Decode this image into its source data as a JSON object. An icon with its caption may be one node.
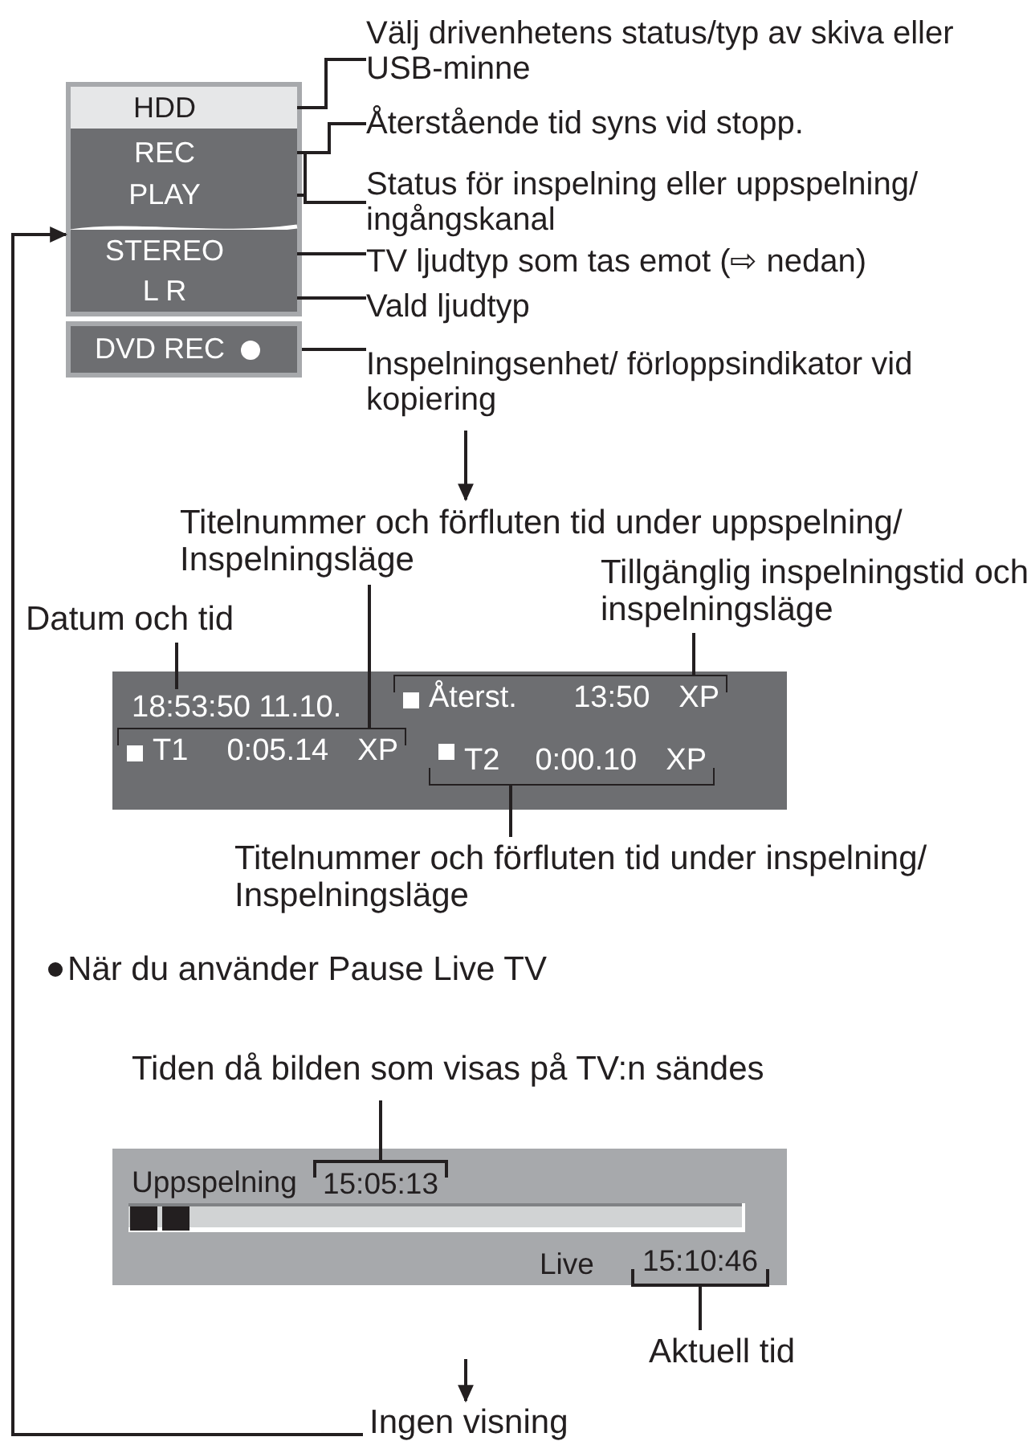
{
  "diagram": {
    "nodes": [
      {
        "text": [],
        "shape": "box"
      },
      {
        "text": [
          "HDD"
        ],
        "in": 0
      },
      {
        "text": [
          "REC"
        ],
        "in": 0
      },
      {
        "text": [
          "PLAY"
        ],
        "in": 0
      },
      {
        "text": [
          "STEREO"
        ],
        "in": 0
      },
      {
        "text": [
          "L R"
        ],
        "in": 0
      },
      {
        "text": [
          "DVD REC"
        ]
      },
      {
        "text": [
          "Välj drivenhetens status/typ av skiva eller USB-minne"
        ]
      },
      {
        "text": [
          "Återstående tid syns vid stopp."
        ]
      },
      {
        "text": [
          "Status för inspelning eller uppspelning/ ingångskanal"
        ]
      },
      {
        "text": [
          "TV ljudtyp som tas emot (⇨ nedan)"
        ]
      },
      {
        "text": [
          "Vald ljudtyp"
        ]
      },
      {
        "text": [
          "Inspelningsenhet/ förloppsindikator vid kopiering"
        ]
      },
      {
        "text": [],
        "shape": "box"
      },
      {
        "text": [
          "18:53:50 11.10."
        ],
        "in": 13
      },
      {
        "text": [
          "Återst.",
          "13:50",
          "XP"
        ],
        "in": 13
      },
      {
        "text": [
          "T1",
          "0:05.14",
          "XP"
        ],
        "in": 13
      },
      {
        "text": [
          "T2",
          "0:00.10",
          "XP"
        ],
        "in": 13
      },
      {
        "text": [
          "Datum och tid"
        ]
      },
      {
        "text": [
          "Titelnummer och förfluten tid under uppspelning/ Inspelningsläge"
        ]
      },
      {
        "text": [
          "Tillgänglig inspelningstid och inspelningsläge"
        ]
      },
      {
        "text": [
          "Titelnummer och förfluten tid under inspelning/ Inspelningsläge"
        ]
      },
      {
        "text": [],
        "shape": "box"
      },
      {
        "text": [
          "Uppspelning"
        ],
        "in": 22
      },
      {
        "text": [
          "15:05:13"
        ],
        "in": 22
      },
      {
        "text": [
          "Live"
        ],
        "in": 22
      },
      {
        "text": [
          "15:10:46"
        ],
        "in": 22
      },
      {
        "text": [
          "Tiden då bilden som visas på TV:n sändes"
        ]
      },
      {
        "text": [
          "Aktuell tid"
        ]
      },
      {
        "text": [
          "Ingen visning"
        ]
      }
    ],
    "edges": [
      {
        "from": 7,
        "to": 1,
        "arrow": "none"
      },
      {
        "from": 8,
        "to": 2,
        "arrow": "none"
      },
      {
        "from": 9,
        "to": 2,
        "arrow": "none"
      },
      {
        "from": 9,
        "to": 3,
        "arrow": "none"
      },
      {
        "from": 10,
        "to": 4,
        "arrow": "none"
      },
      {
        "from": 11,
        "to": 5,
        "arrow": "none"
      },
      {
        "from": 12,
        "to": 6,
        "arrow": "none"
      },
      {
        "from": 12,
        "to": 19,
        "arrow": "to"
      },
      {
        "from": 18,
        "to": 14,
        "arrow": "none"
      },
      {
        "from": 19,
        "to": 16,
        "arrow": "none"
      },
      {
        "from": 20,
        "to": 15,
        "arrow": "none"
      },
      {
        "from": 21,
        "to": 17,
        "arrow": "none"
      },
      {
        "from": 27,
        "to": 24,
        "arrow": "none"
      },
      {
        "from": 28,
        "to": 26,
        "arrow": "none"
      },
      {
        "from": null,
        "to": 29,
        "arrow": "to"
      },
      {
        "from": 29,
        "to": 0,
        "arrow": "to"
      }
    ],
    "labels": [
      "När du använder Pause Live TV"
    ]
  }
}
